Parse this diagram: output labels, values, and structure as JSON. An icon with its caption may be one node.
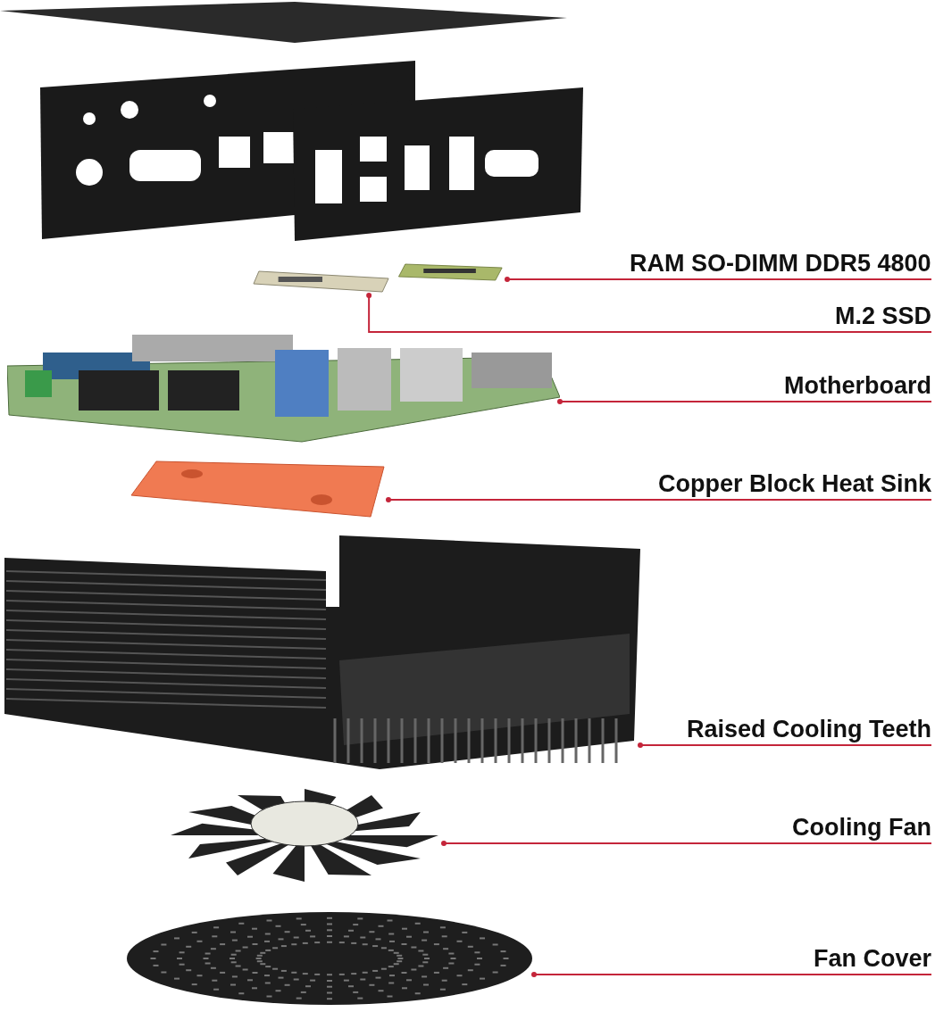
{
  "diagram": {
    "nodes": [
      {
        "text": [
          "RAM SO-DIMM DDR5 4800"
        ]
      },
      {
        "text": [
          "M.2 SSD"
        ]
      },
      {
        "text": [
          "Motherboard"
        ]
      },
      {
        "text": [
          "Copper Block Heat Sink"
        ]
      },
      {
        "text": [
          "Raised Cooling Teeth"
        ]
      },
      {
        "text": [
          "Cooling Fan"
        ]
      },
      {
        "text": [
          "Fan Cover"
        ]
      },
      {
        "text": [],
        "shape": "picture"
      },
      {
        "text": [],
        "shape": "picture"
      },
      {
        "text": [],
        "shape": "picture"
      },
      {
        "text": [],
        "shape": "picture"
      },
      {
        "text": [],
        "shape": "picture"
      },
      {
        "text": [],
        "shape": "picture"
      },
      {
        "text": [],
        "shape": "picture"
      }
    ],
    "edges": [
      {
        "from": 0,
        "to": 7,
        "arrow": "other"
      },
      {
        "from": 1,
        "to": 8,
        "arrow": "other"
      },
      {
        "from": 2,
        "to": 9,
        "arrow": "other"
      },
      {
        "from": 3,
        "to": 10,
        "arrow": "other"
      },
      {
        "from": 4,
        "to": 11,
        "arrow": "other"
      },
      {
        "from": 5,
        "to": 12,
        "arrow": "other"
      },
      {
        "from": 6,
        "to": 13,
        "arrow": "other"
      }
    ]
  }
}
